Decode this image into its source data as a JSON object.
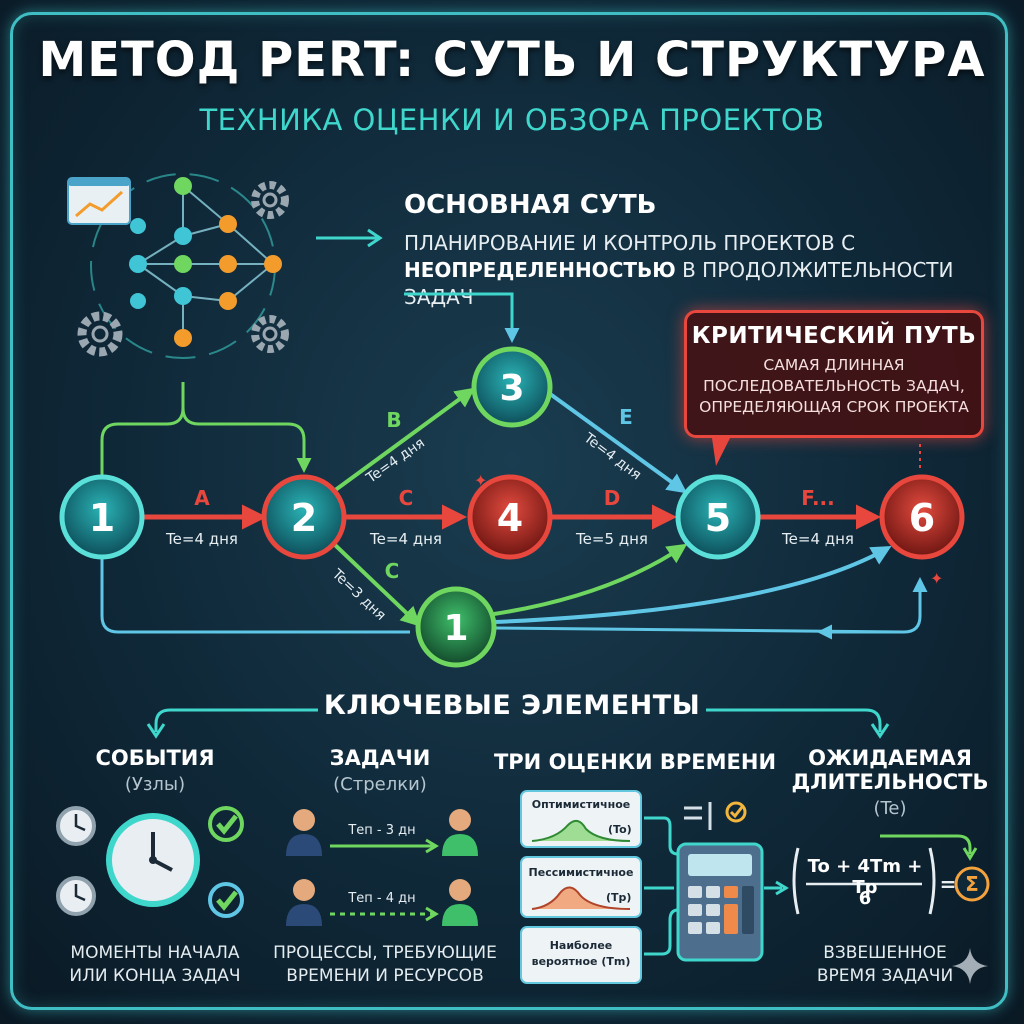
{
  "header": {
    "title": "МЕТОД PERT: СУТЬ И СТРУКТУРА",
    "subtitle": "ТЕХНИКА ОЦЕНКИ И ОБЗОРА ПРОЕКТОВ"
  },
  "core": {
    "heading": "ОСНОВНАЯ СУТЬ",
    "line1": "ПЛАНИРОВАНИЕ И КОНТРОЛЬ ПРОЕКТОВ С",
    "emphasis": "НЕОПРЕДЕЛЕННОСТЬЮ",
    "line2_rest": " В ПРОДОЛЖИТЕЛЬНОСТИ ЗАДАЧ"
  },
  "critical_path": {
    "heading": "КРИТИЧЕСКИЙ ПУТЬ",
    "line1": "САМАЯ ДЛИННАЯ",
    "line2": "ПОСЛЕДОВАТЕЛЬНОСТЬ ЗАДАЧ,",
    "line3": "ОПРЕДЕЛЯЮЩАЯ СРОК ПРОЕКТА"
  },
  "network": {
    "nodes": [
      "1",
      "2",
      "3",
      "4",
      "5",
      "6",
      "1"
    ],
    "edges": [
      {
        "task": "A",
        "te": "Te=4 дня"
      },
      {
        "task": "B",
        "te": "Te=4 дня"
      },
      {
        "task": "C",
        "te": "Te=4 дня"
      },
      {
        "task": "C",
        "te": "Te=3 дня"
      },
      {
        "task": "D",
        "te": "Te=5 дня"
      },
      {
        "task": "E",
        "te": "Te=4 дня"
      },
      {
        "task": "F...",
        "te": "Te=4 дня"
      }
    ]
  },
  "key_elements": {
    "heading": "КЛЮЧЕВЫЕ ЭЛЕМЕНТЫ",
    "events": {
      "title": "СОБЫТИЯ",
      "sub": "(Узлы)",
      "desc1": "МОМЕНТЫ НАЧАЛА",
      "desc2": "ИЛИ КОНЦА ЗАДАЧ"
    },
    "tasks": {
      "title": "ЗАДАЧИ",
      "sub": "(Стрелки)",
      "label1": "Теп - 3 дн",
      "label2": "Теп - 4 дн",
      "desc1": "ПРОЦЕССЫ, ТРЕБУЮЩИЕ",
      "desc2": "ВРЕМЕНИ И РЕСУРСОВ"
    },
    "estimates": {
      "title": "ТРИ ОЦЕНКИ ВРЕМЕНИ",
      "optimistic": "Оптимистичное",
      "optimistic_sym": "(To)",
      "pessimistic": "Пессимистичное",
      "pessimistic_sym": "(Tp)",
      "likely1": "Наиболее",
      "likely2": "вероятное (Tm)"
    },
    "expected": {
      "title1": "ОЖИДАЕМАЯ",
      "title2": "ДЛИТЕЛЬНОСТЬ",
      "sub": "(Te)",
      "numerator": "To + 4Tm + Tp",
      "denominator": "6",
      "equals": "=",
      "sigma": "Σ",
      "desc1": "ВЗВЕШЕННОЕ",
      "desc2": "ВРЕМЯ ЗАДАЧИ"
    }
  },
  "colors": {
    "accent": "#3fd6cc",
    "critical": "#e8473d",
    "green": "#6fd65f",
    "blue": "#5fc6e6",
    "node_teal": "#1e8f95"
  }
}
